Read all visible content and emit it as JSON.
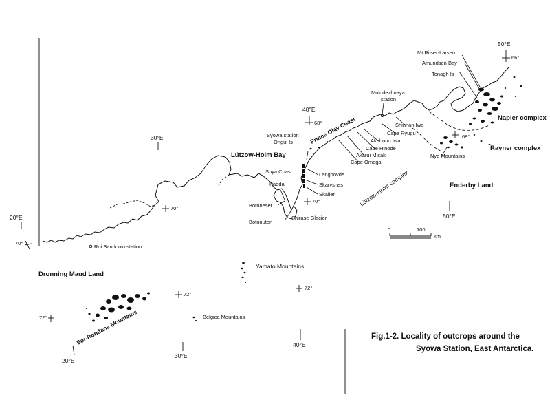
{
  "figure": {
    "caption_line1": "Fig.1-2. Locality of outcrops around the",
    "caption_line2": "Syowa Station, East Antarctica."
  },
  "regions": {
    "dronning_maud_land": "Dronning Maud Land",
    "enderby_land": "Enderby Land",
    "lutzow_holm_bay": "Lützow-Holm Bay",
    "prince_olav_coast": "Prince Olav Coast",
    "soya_coast": "Soya Coast",
    "napier_complex": "Napier complex",
    "rayner_complex": "Rayner complex",
    "lutzow_holm_complex": "Lützow-Holm complex"
  },
  "mountains": {
    "ser_rondane": "Sør-Rondane Mountains",
    "yamato": "Yamato Mountains",
    "belgica": "Belgica Mountains",
    "nye": "Nye Mountains",
    "riiser_larsen": "Mt.Riiser-Larsen"
  },
  "places": {
    "amundsen_bay": "Amundsen Bay",
    "tonagh_is": "Tonagh Is",
    "molodezhnaya": "Molodezhnaya",
    "molodezhnaya_sub": "station",
    "shinnan_iwa": "Shinnan Iwa",
    "cape_ryugu": "Cape Ryugu",
    "akebono_iwa": "Akebono Iwa",
    "cape_hinode": "Cape Hinode",
    "akarui_misaki": "Akarui Misaki",
    "cape_omega": "Cape Omega",
    "syowa_station": "Syowa station",
    "ongul_is": "Ongul Is",
    "langhovde": "Langhovde",
    "skarvsnes": "Skarvsnes",
    "skallen": "Skallen",
    "padda": "Padda",
    "botnneset": "Botnneset",
    "botnnuten": "Botnnuten",
    "shirase_glacier": "Shirase Glacier",
    "roi_baudouin": "Roi Baudouin station"
  },
  "graticule": {
    "e20_top": "20°E",
    "e20_bottom": "20°E",
    "e30_top": "30°E",
    "e30_bottom": "30°E",
    "e40_top": "40°E",
    "e40_bottom": "40°E",
    "e50_top": "50°E",
    "e50_mid": "50°E",
    "s66": "66°",
    "s68_a": "68°",
    "s68_b": "68°",
    "s70_a": "70°",
    "s70_b": "70°",
    "s70_c": "70°",
    "s72_a": "72°",
    "s72_b": "72°",
    "s72_c": "72°"
  },
  "scale_bar": {
    "zero": "0",
    "hundred": "100",
    "unit": "km"
  }
}
